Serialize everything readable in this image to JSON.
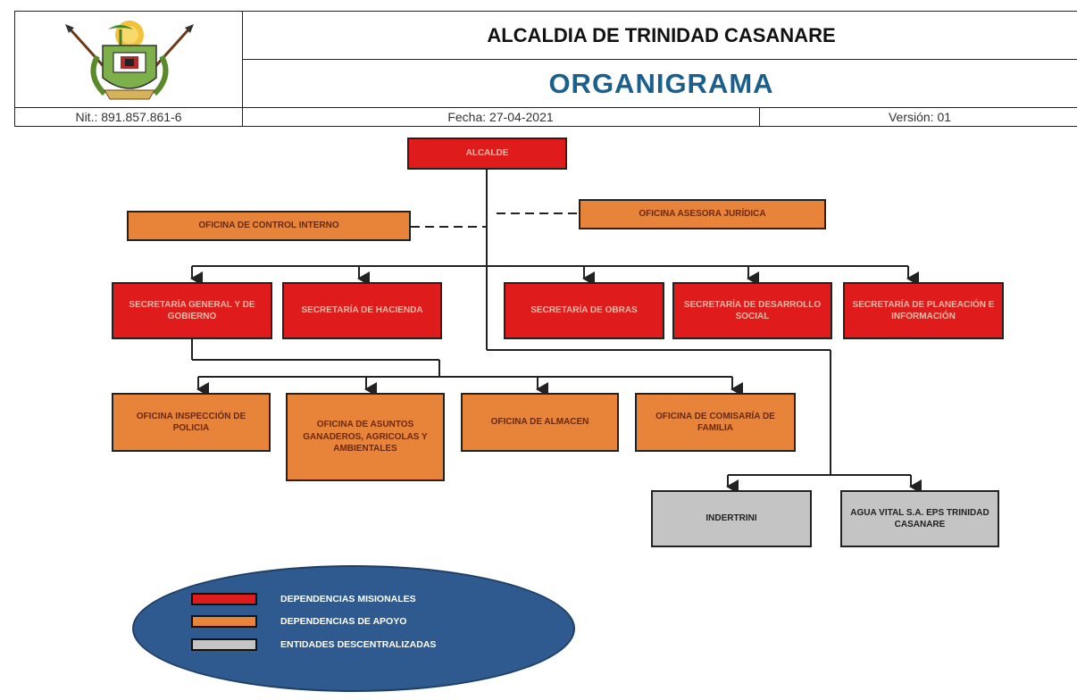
{
  "header": {
    "entity": "ALCALDIA DE TRINIDAD CASANARE",
    "doc_title": "ORGANIGRAMA",
    "nit": "Nit.: 891.857.861-6",
    "date": "Fecha: 27-04-2021",
    "version": "Versión: 01"
  },
  "colors": {
    "misionales": "#e01b1b",
    "apoyo": "#e8833a",
    "descentralizadas": "#c4c4c4"
  },
  "org": {
    "alcalde": "ALCALDE",
    "control_interno": "OFICINA DE CONTROL INTERNO",
    "asesora_juridica": "OFICINA ASESORA JURÍDICA",
    "secretarias": [
      "SECRETARÍA GENERAL Y DE GOBIERNO",
      "SECRETARÍA DE HACIENDA",
      "SECRETARÍA DE OBRAS",
      "SECRETARÍA DE DESARROLLO SOCIAL",
      "SECRETARÍA DE PLANEACIÓN E INFORMACIÓN"
    ],
    "oficinas": [
      "OFICINA INSPECCIÓN DE POLICIA",
      "OFICINA DE ASUNTOS GANADEROS, AGRICOLAS Y AMBIENTALES",
      "OFICINA DE ALMACEN",
      "OFICINA DE COMISARÍA DE FAMILIA"
    ],
    "descentralizadas": [
      "INDERTRINI",
      "AGUA VITAL S.A. EPS TRINIDAD CASANARE"
    ]
  },
  "legend": [
    {
      "label": "DEPENDENCIAS MISIONALES",
      "color": "#e01b1b"
    },
    {
      "label": "DEPENDENCIAS DE APOYO",
      "color": "#e8833a"
    },
    {
      "label": "ENTIDADES DESCENTRALIZADAS",
      "color": "#c4c4c4"
    }
  ]
}
